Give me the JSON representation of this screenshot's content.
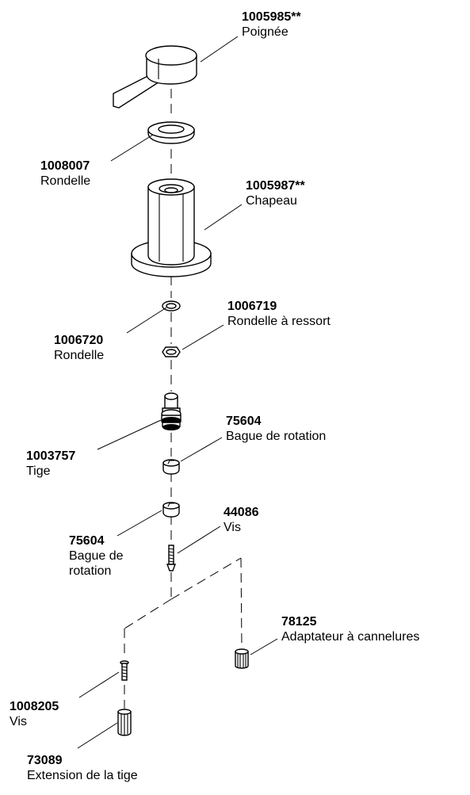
{
  "parts": [
    {
      "id": "handle",
      "number": "1005985**",
      "description": "Poignée"
    },
    {
      "id": "washer-top",
      "number": "1008007",
      "description": "Rondelle"
    },
    {
      "id": "cap",
      "number": "1005987**",
      "description": "Chapeau"
    },
    {
      "id": "spring-washer",
      "number": "1006719",
      "description": "Rondelle à ressort"
    },
    {
      "id": "washer-small",
      "number": "1006720",
      "description": "Rondelle"
    },
    {
      "id": "rotation-ring-1",
      "number": "75604",
      "description": "Bague de rotation"
    },
    {
      "id": "stem",
      "number": "1003757",
      "description": "Tige"
    },
    {
      "id": "screw-1",
      "number": "44086",
      "description": "Vis"
    },
    {
      "id": "rotation-ring-2",
      "number": "75604",
      "description": "Bague de\nrotation"
    },
    {
      "id": "spline-adapter",
      "number": "78125",
      "description": "Adaptateur à cannelures"
    },
    {
      "id": "screw-2",
      "number": "1008205",
      "description": "Vis"
    },
    {
      "id": "stem-extension",
      "number": "73089",
      "description": "Extension de la tige"
    }
  ]
}
